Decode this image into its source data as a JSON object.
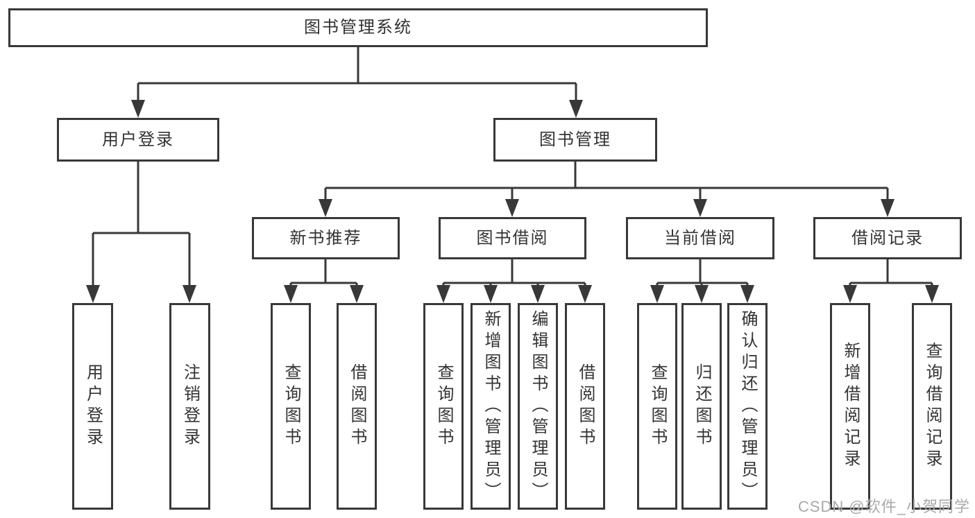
{
  "colors": {
    "line": "#383838",
    "node_border": "#383838",
    "text": "#333333",
    "background": "#ffffff",
    "watermark": "#a9a9a9"
  },
  "watermark": {
    "text": "CSDN @软件_小贺同学"
  },
  "tree": {
    "label": "图书管理系统",
    "children": [
      {
        "label": "用户登录",
        "children": [
          {
            "label": "用户登录"
          },
          {
            "label": "注销登录"
          }
        ]
      },
      {
        "label": "图书管理",
        "children": [
          {
            "label": "新书推荐",
            "children": [
              {
                "label": "查询图书"
              },
              {
                "label": "借阅图书"
              }
            ]
          },
          {
            "label": "图书借阅",
            "children": [
              {
                "label": "查询图书"
              },
              {
                "label": "新增图书（管理员）"
              },
              {
                "label": "编辑图书（管理员）"
              },
              {
                "label": "借阅图书"
              }
            ]
          },
          {
            "label": "当前借阅",
            "children": [
              {
                "label": "查询图书"
              },
              {
                "label": "归还图书"
              },
              {
                "label": "确认归还（管理员）"
              }
            ]
          },
          {
            "label": "借阅记录",
            "children": [
              {
                "label": "新增借阅记录"
              },
              {
                "label": "查询借阅记录"
              }
            ]
          }
        ]
      }
    ]
  }
}
